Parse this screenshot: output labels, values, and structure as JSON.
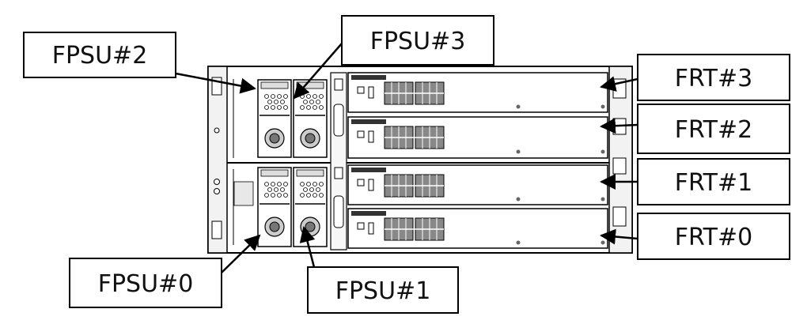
{
  "labels": {
    "fpsu2": "FPSU#2",
    "fpsu3": "FPSU#3",
    "fpsu0": "FPSU#0",
    "fpsu1": "FPSU#1",
    "frt3": "FRT#3",
    "frt2": "FRT#2",
    "frt1": "FRT#1",
    "frt0": "FRT#0"
  }
}
